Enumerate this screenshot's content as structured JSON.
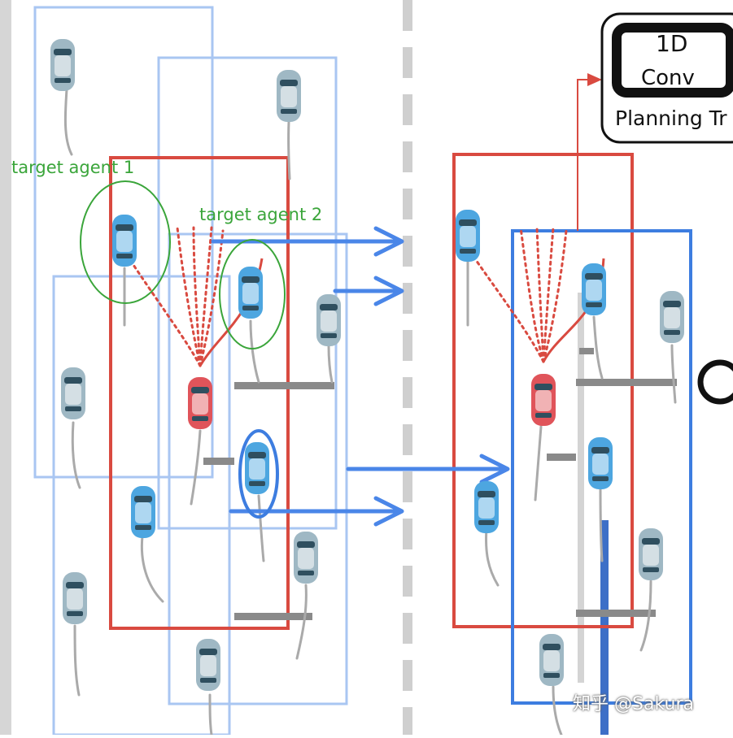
{
  "labels": {
    "target_agent_1": "target agent 1",
    "target_agent_2": "target agent 2"
  },
  "planning_box": {
    "line1": "1D",
    "line2": "Conv",
    "caption": "Planning Tr"
  },
  "watermark": "知乎 @Sakura",
  "colors": {
    "road_line": "#cfcfcf",
    "light_blue_box": "#a9c6f2",
    "red_box": "#d94a40",
    "blue_box": "#3d7de0",
    "arrow_blue": "#4a86e8",
    "label_green": "#3aa53a",
    "ego_car": "#e0545a",
    "agent_car": "#4da6e0",
    "other_car": "#9fb8c4"
  },
  "icons": [
    "car-icon",
    "arrow-icon",
    "circle-marker-icon"
  ]
}
